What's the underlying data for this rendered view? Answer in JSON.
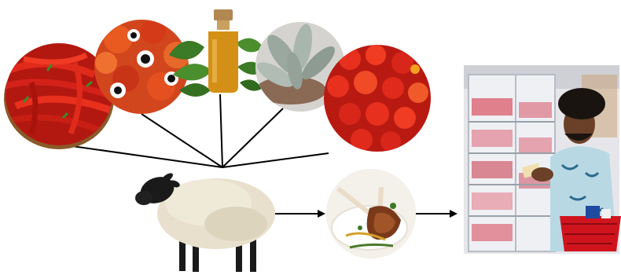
{
  "diagram": {
    "ingredients": [
      {
        "name": "red-chili-peppers-image",
        "icon": "chili-pepper-icon"
      },
      {
        "name": "guarana-berries-image",
        "icon": "guarana-berry-icon"
      },
      {
        "name": "herb-oil-bottle-image",
        "icon": "oil-bottle-icon"
      },
      {
        "name": "sage-leaves-image",
        "icon": "sage-leaf-icon"
      },
      {
        "name": "pitanga-fruits-image",
        "icon": "pitanga-fruit-icon"
      }
    ],
    "source_animal": {
      "name": "sheep-image",
      "icon": "sheep-icon"
    },
    "product": {
      "name": "lamb-rack-dish-image",
      "icon": "lamb-chop-icon"
    },
    "consumer": {
      "name": "supermarket-shopper-image",
      "icon": "shopper-icon"
    },
    "colors": {
      "arrow": "#000000",
      "chili": "#c81e14",
      "pitanga": "#d7261a",
      "sage": "#9aa8a0",
      "oil": "#d49016",
      "wool": "#e8e0cc",
      "store_shelf": "#d8d8dc",
      "basket": "#d0141e"
    }
  }
}
